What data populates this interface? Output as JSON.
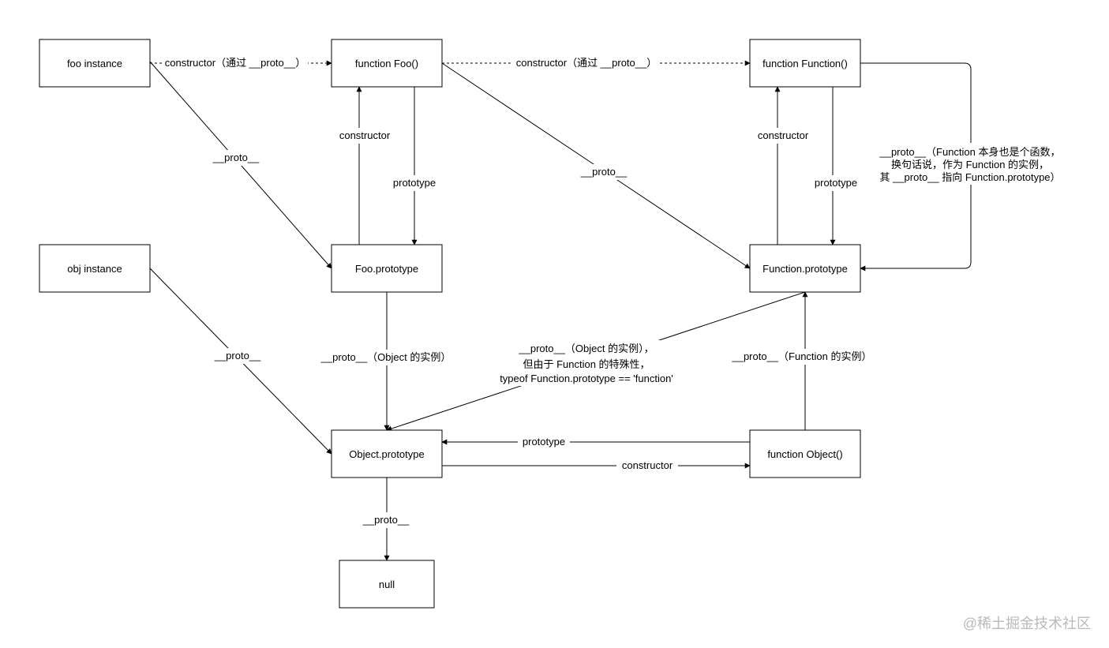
{
  "nodes": {
    "foo_instance": "foo instance",
    "function_foo": "function Foo()",
    "function_function": "function Function()",
    "obj_instance": "obj instance",
    "foo_prototype": "Foo.prototype",
    "function_prototype": "Function.prototype",
    "object_prototype": "Object.prototype",
    "function_object": "function Object()",
    "null": "null"
  },
  "edges": {
    "foo_instance_constructor": "constructor（通过 __proto__）",
    "function_foo_constructor": "constructor（通过 __proto__）",
    "foo_instance_proto": "__proto__",
    "foo_prototype_constructor": "constructor",
    "foo_prototype": "prototype",
    "function_foo_proto": "__proto__",
    "function_prototype_constructor": "constructor",
    "function_prototype": "prototype",
    "function_self_proto": [
      "__proto__（Function 本身也是个函数，",
      "换句话说，作为 Function 的实例，",
      "其 __proto__ 指向 Function.prototype）"
    ],
    "obj_instance_proto": "__proto__",
    "foo_prototype_proto": "__proto__（Object 的实例）",
    "function_prototype_proto": [
      "__proto__（Object 的实例），",
      "但由于 Function 的特殊性，",
      "typeof Function.prototype == 'function'"
    ],
    "function_object_proto": "__proto__（Function 的实例）",
    "object_prototype_link": "prototype",
    "object_constructor_link": "constructor",
    "object_prototype_proto": "__proto__"
  },
  "watermark": "@稀土掘金技术社区"
}
